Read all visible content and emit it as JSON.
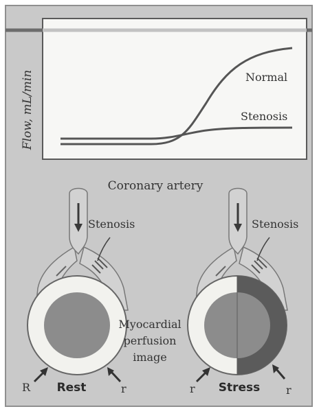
{
  "graph": {
    "y_axis_label": "Flow, mL/min",
    "curves": [
      {
        "label": "Normal"
      },
      {
        "label": "Stenosis"
      }
    ]
  },
  "diagram": {
    "title": "Coronary artery",
    "left": {
      "stenosis_label": "Stenosis",
      "caption": "Rest",
      "left_arrow_label": "R",
      "right_arrow_label": "r"
    },
    "right": {
      "stenosis_label": "Stenosis",
      "caption": "Stress",
      "left_arrow_label": "r",
      "right_arrow_label": "r"
    },
    "center_label_lines": [
      "Myocardial",
      "perfusion",
      "image"
    ]
  },
  "colors": {
    "background": "#c9c9c9",
    "frame": "#8f8f8f",
    "graph_bg": "#f7f7f5",
    "curve": "#555555",
    "artery": "#d2d2d2",
    "ring": "#f2f2ee",
    "core": "#8c8c8c",
    "defect": "#5b5b5b"
  }
}
